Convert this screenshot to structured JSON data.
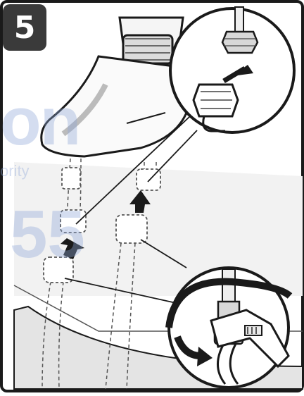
{
  "step": {
    "number": "5"
  },
  "watermark": {
    "big": "on",
    "small": "ority",
    "number": "55"
  },
  "icons": [
    "faucet-icon",
    "supply-line-icon",
    "compression-nut-icon",
    "wrench-icon",
    "arrow-icon"
  ],
  "colors": {
    "line": "#1a1a1a",
    "shade": "#e6e6e6",
    "badge": "#3a3a3a"
  }
}
